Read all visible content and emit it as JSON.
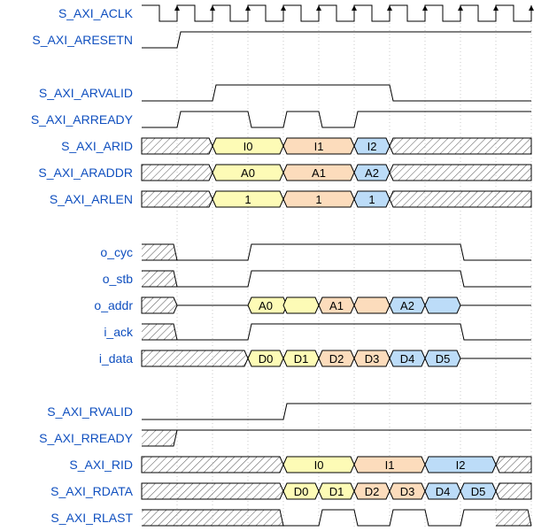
{
  "diagram": {
    "colors": {
      "label": "#0f4fbf",
      "yellow": "#fdfbb6",
      "orange": "#fcdcbc",
      "blue": "#bcdcf8",
      "wire": "#000000",
      "grid": "#c8c8c8"
    },
    "signals": [
      {
        "id": "s_axi_aclk",
        "name": "S_AXI_ACLK",
        "kind": "clock"
      },
      {
        "id": "s_axi_aresetn",
        "name": "S_AXI_ARESETN",
        "kind": "bit",
        "levels": [
          "0",
          "1",
          "1",
          "1",
          "1",
          "1",
          "1",
          "1",
          "1",
          "1",
          "1"
        ]
      },
      {
        "id": "gap1",
        "kind": "gap"
      },
      {
        "id": "s_axi_arvalid",
        "name": "S_AXI_ARVALID",
        "kind": "bit",
        "levels": [
          "0",
          "0",
          "1",
          "1",
          "1",
          "1",
          "1",
          "0",
          "0",
          "0",
          "0"
        ]
      },
      {
        "id": "s_axi_arready",
        "name": "S_AXI_ARREADY",
        "kind": "bit",
        "levels": [
          "0",
          "1",
          "1",
          "0",
          "1",
          "0",
          "1",
          "1",
          "1",
          "1",
          "1"
        ]
      },
      {
        "id": "s_axi_arid",
        "name": "S_AXI_ARID",
        "kind": "bus",
        "segments": [
          {
            "len": 2,
            "type": "x"
          },
          {
            "len": 2,
            "text": "I0",
            "color": "yellow"
          },
          {
            "len": 2,
            "text": "I1",
            "color": "orange"
          },
          {
            "len": 1,
            "text": "I2",
            "color": "blue"
          },
          {
            "len": 4,
            "type": "x"
          }
        ]
      },
      {
        "id": "s_axi_araddr",
        "name": "S_AXI_ARADDR",
        "kind": "bus",
        "segments": [
          {
            "len": 2,
            "type": "x"
          },
          {
            "len": 2,
            "text": "A0",
            "color": "yellow"
          },
          {
            "len": 2,
            "text": "A1",
            "color": "orange"
          },
          {
            "len": 1,
            "text": "A2",
            "color": "blue"
          },
          {
            "len": 4,
            "type": "x"
          }
        ]
      },
      {
        "id": "s_axi_arlen",
        "name": "S_AXI_ARLEN",
        "kind": "bus",
        "segments": [
          {
            "len": 2,
            "type": "x"
          },
          {
            "len": 2,
            "text": "1",
            "color": "yellow"
          },
          {
            "len": 2,
            "text": "1",
            "color": "orange"
          },
          {
            "len": 1,
            "text": "1",
            "color": "blue"
          },
          {
            "len": 4,
            "type": "x"
          }
        ]
      },
      {
        "id": "gap2",
        "kind": "gap"
      },
      {
        "id": "o_cyc",
        "name": "o_cyc",
        "kind": "bit",
        "levels": [
          "x",
          "0",
          "0",
          "1",
          "1",
          "1",
          "1",
          "1",
          "1",
          "0",
          "0"
        ]
      },
      {
        "id": "o_stb",
        "name": "o_stb",
        "kind": "bit",
        "levels": [
          "x",
          "0",
          "0",
          "1",
          "1",
          "1",
          "1",
          "1",
          "1",
          "0",
          "0"
        ]
      },
      {
        "id": "o_addr",
        "name": "o_addr",
        "kind": "bus",
        "segments": [
          {
            "len": 1,
            "type": "x"
          },
          {
            "len": 2,
            "type": "line"
          },
          {
            "len": 1,
            "text": "A0",
            "color": "yellow"
          },
          {
            "len": 1,
            "text": "",
            "color": "yellow"
          },
          {
            "len": 1,
            "text": "A1",
            "color": "orange"
          },
          {
            "len": 1,
            "text": "",
            "color": "orange"
          },
          {
            "len": 1,
            "text": "A2",
            "color": "blue"
          },
          {
            "len": 1,
            "text": "",
            "color": "blue"
          },
          {
            "len": 2,
            "type": "line"
          }
        ]
      },
      {
        "id": "i_ack",
        "name": "i_ack",
        "kind": "bit",
        "levels": [
          "x",
          "0",
          "0",
          "1",
          "1",
          "1",
          "1",
          "1",
          "1",
          "0",
          "0"
        ]
      },
      {
        "id": "i_data",
        "name": "i_data",
        "kind": "bus",
        "segments": [
          {
            "len": 3,
            "type": "x"
          },
          {
            "len": 1,
            "text": "D0",
            "color": "yellow"
          },
          {
            "len": 1,
            "text": "D1",
            "color": "yellow"
          },
          {
            "len": 1,
            "text": "D2",
            "color": "orange"
          },
          {
            "len": 1,
            "text": "D3",
            "color": "orange"
          },
          {
            "len": 1,
            "text": "D4",
            "color": "blue"
          },
          {
            "len": 1,
            "text": "D5",
            "color": "blue"
          },
          {
            "len": 2,
            "type": "line"
          }
        ]
      },
      {
        "id": "gap3",
        "kind": "gap"
      },
      {
        "id": "s_axi_rvalid",
        "name": "S_AXI_RVALID",
        "kind": "bit",
        "levels": [
          "0",
          "0",
          "0",
          "0",
          "1",
          "1",
          "1",
          "1",
          "1",
          "1",
          "1"
        ]
      },
      {
        "id": "s_axi_rready",
        "name": "S_AXI_RREADY",
        "kind": "bit",
        "levels": [
          "x",
          "1",
          "1",
          "1",
          "1",
          "1",
          "1",
          "1",
          "1",
          "1",
          "1"
        ]
      },
      {
        "id": "s_axi_rid",
        "name": "S_AXI_RID",
        "kind": "bus",
        "segments": [
          {
            "len": 4,
            "type": "x"
          },
          {
            "len": 2,
            "text": "I0",
            "color": "yellow"
          },
          {
            "len": 2,
            "text": "I1",
            "color": "orange"
          },
          {
            "len": 2,
            "text": "I2",
            "color": "blue"
          },
          {
            "len": 1,
            "type": "x"
          }
        ]
      },
      {
        "id": "s_axi_rdata",
        "name": "S_AXI_RDATA",
        "kind": "bus",
        "segments": [
          {
            "len": 4,
            "type": "x"
          },
          {
            "len": 1,
            "text": "D0",
            "color": "yellow"
          },
          {
            "len": 1,
            "text": "D1",
            "color": "yellow"
          },
          {
            "len": 1,
            "text": "D2",
            "color": "orange"
          },
          {
            "len": 1,
            "text": "D3",
            "color": "orange"
          },
          {
            "len": 1,
            "text": "D4",
            "color": "blue"
          },
          {
            "len": 1,
            "text": "D5",
            "color": "blue"
          },
          {
            "len": 1,
            "type": "x"
          }
        ]
      },
      {
        "id": "s_axi_rlast",
        "name": "S_AXI_RLAST",
        "kind": "bit",
        "levels": [
          "x",
          "x",
          "x",
          "x",
          "0",
          "1",
          "0",
          "1",
          "0",
          "1",
          "x"
        ]
      }
    ]
  }
}
